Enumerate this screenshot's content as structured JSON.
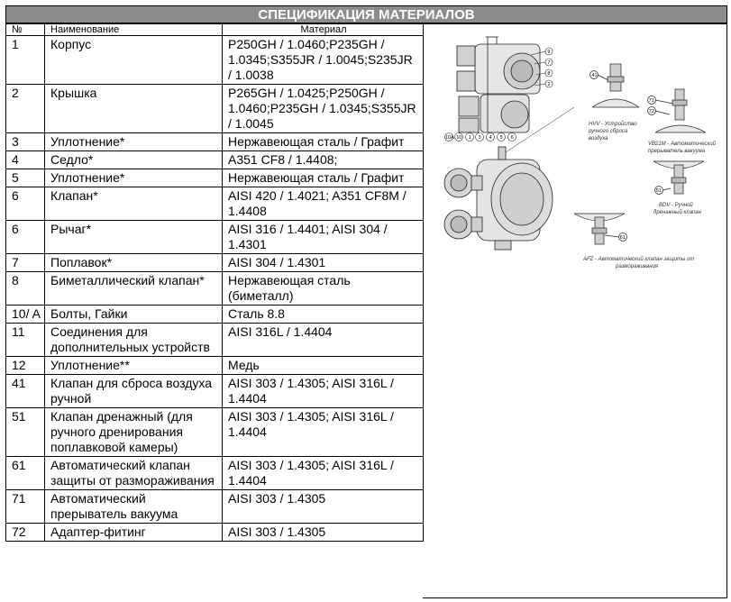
{
  "title": "СПЕЦИФИКАЦИЯ МАТЕРИАЛОВ",
  "columns": [
    "№",
    "Наименование",
    "Материал"
  ],
  "rows": [
    {
      "no": "1",
      "name": "Корпус",
      "material": "P250GH / 1.0460;P235GH / 1.0345;S355JR / 1.0045;S235JR / 1.0038"
    },
    {
      "no": "2",
      "name": "Крышка",
      "material": "P265GH / 1.0425;P250GH / 1.0460;P235GH / 1.0345;S355JR / 1.0045"
    },
    {
      "no": "3",
      "name": "Уплотнение*",
      "material": "Нержавеющая сталь / Графит"
    },
    {
      "no": "4",
      "name": "Седло*",
      "material": "A351 CF8 / 1.4408;"
    },
    {
      "no": "5",
      "name": "Уплотнение*",
      "material": "Нержавеющая сталь / Графит"
    },
    {
      "no": "6",
      "name": "Клапан*",
      "material": "AISI 420 / 1.4021; A351 CF8M / 1.4408"
    },
    {
      "no": "6",
      "name": "Рычаг*",
      "material": "AISI 316 / 1.4401; AISI 304 / 1.4301"
    },
    {
      "no": "7",
      "name": "Поплавок*",
      "material": "AISI 304 / 1.4301"
    },
    {
      "no": "8",
      "name": "Биметаллический клапан*",
      "material": "Нержавеющая сталь (биметалл)"
    },
    {
      "no": "10/ A",
      "name": "Болты, Гайки",
      "material": "Сталь 8.8"
    },
    {
      "no": "11",
      "name": "Соединения для дополнительных устройств",
      "material": "AISI 316L / 1.4404"
    },
    {
      "no": "12",
      "name": "Уплотнение**",
      "material": "Медь"
    },
    {
      "no": "41",
      "name": "Клапан для сброса воздуха ручной",
      "material": "AISI 303 / 1.4305; AISI 316L / 1.4404"
    },
    {
      "no": "51",
      "name": "Клапан дренажный (для ручного дренирования поплавковой камеры)",
      "material": "AISI 303 / 1.4305; AISI 316L / 1.4404"
    },
    {
      "no": "61",
      "name": "Автоматический клапан защиты от размораживания",
      "material": "AISI 303 / 1.4305; AISI 316L / 1.4404"
    },
    {
      "no": "71",
      "name": "Автоматический прерыватель вакуума",
      "material": "AISI 303 / 1.4305"
    },
    {
      "no": "72",
      "name": "Адаптер-фитинг",
      "material": "AISI 303 / 1.4305"
    }
  ],
  "drawing": {
    "captions": {
      "hvv_1": "HVV - Устройство",
      "hvv_2": "ручного сброса",
      "hvv_3": "воздуха",
      "vb21m_1": "VB21M - Автоматический",
      "vb21m_2": "прерыватель вакуума",
      "bdv_1": "BDV - Ручной",
      "bdv_2": "дренажный клапан",
      "afz_1": "AFZ - Автоматический клапан защиты от",
      "afz_2": "размораживания"
    },
    "callouts": {
      "top_right": [
        "9",
        "7",
        "8",
        "2"
      ],
      "bottom": [
        "10A",
        "10",
        "1",
        "3",
        "4",
        "5",
        "6"
      ],
      "hvv": "41",
      "vb21m": [
        "71",
        "72"
      ],
      "bdv": "51",
      "afz": "61"
    }
  }
}
